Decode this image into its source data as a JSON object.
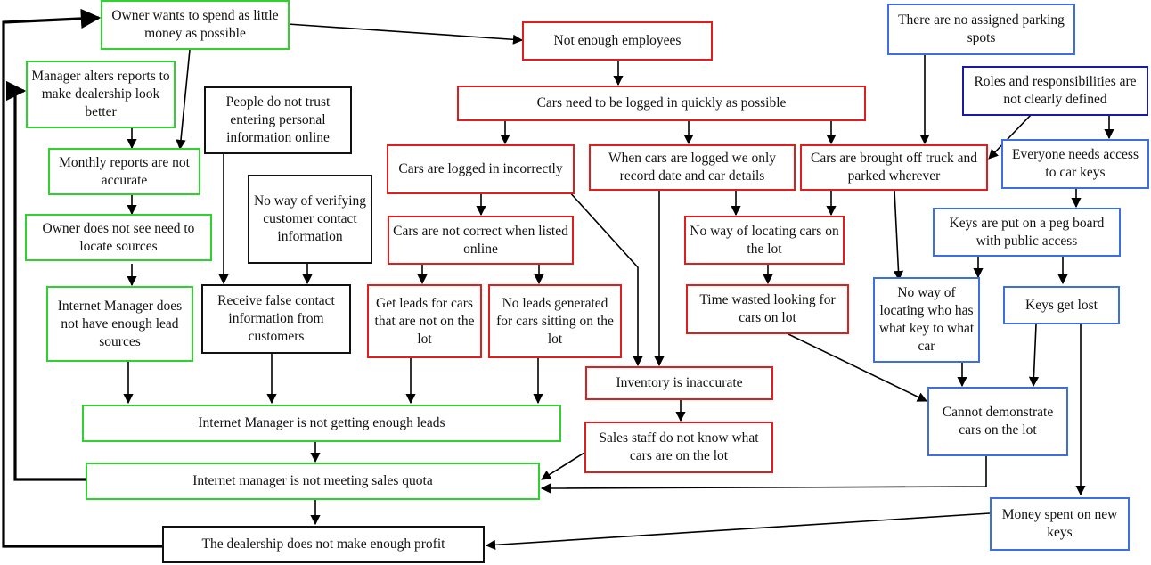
{
  "nodes": {
    "owner_spend": "Owner wants to spend as little money as possible",
    "manager_alters": "Manager alters reports to make dealership look better",
    "monthly_reports": "Monthly reports are not accurate",
    "owner_no_need": "Owner does not see need to locate sources",
    "internet_mgr_sources": "Internet Manager does not have enough lead sources",
    "people_trust": "People do not trust entering personal information online",
    "no_verify": "No way of verifying customer contact information",
    "false_contact": "Receive false contact information from customers",
    "not_enough_employees": "Not enough employees",
    "logged_quickly": "Cars need to be logged in quickly as possible",
    "logged_incorrectly": "Cars are logged in incorrectly",
    "date_details": "When cars are logged we only record date and car details",
    "brought_off_truck": "Cars are brought off truck and parked wherever",
    "not_correct_online": "Cars are not correct when listed online",
    "leads_not_on_lot": "Get leads for cars that are not on the lot",
    "no_leads_sitting": "No leads generated for cars sitting on the lot",
    "no_locating_cars": "No way of locating cars on the lot",
    "time_wasted": "Time wasted looking for cars on lot",
    "inventory_inaccurate": "Inventory is inaccurate",
    "sales_staff_dont_know": "Sales staff do not know what cars are on the lot",
    "no_parking_spots": "There are no assigned parking spots",
    "roles_undefined": "Roles and responsibilities are not clearly defined",
    "everyone_keys": "Everyone needs access to car keys",
    "keys_peg_board": "Keys are put on a peg board with public access",
    "no_locating_key": "No way of locating who has what key to what car",
    "keys_lost": "Keys get lost",
    "cannot_demonstrate": "Cannot demonstrate cars on the lot",
    "money_new_keys": "Money spent on new keys",
    "not_enough_leads": "Internet Manager is not getting enough leads",
    "not_meeting_quota": "Internet manager is not meeting sales quota",
    "not_enough_profit": "The dealership does not make enough profit"
  },
  "colors": {
    "green": "#2fd12f",
    "red": "#e01e1e",
    "blue": "#3d6fe0",
    "navy": "#1a1aa8",
    "black": "#111111"
  }
}
